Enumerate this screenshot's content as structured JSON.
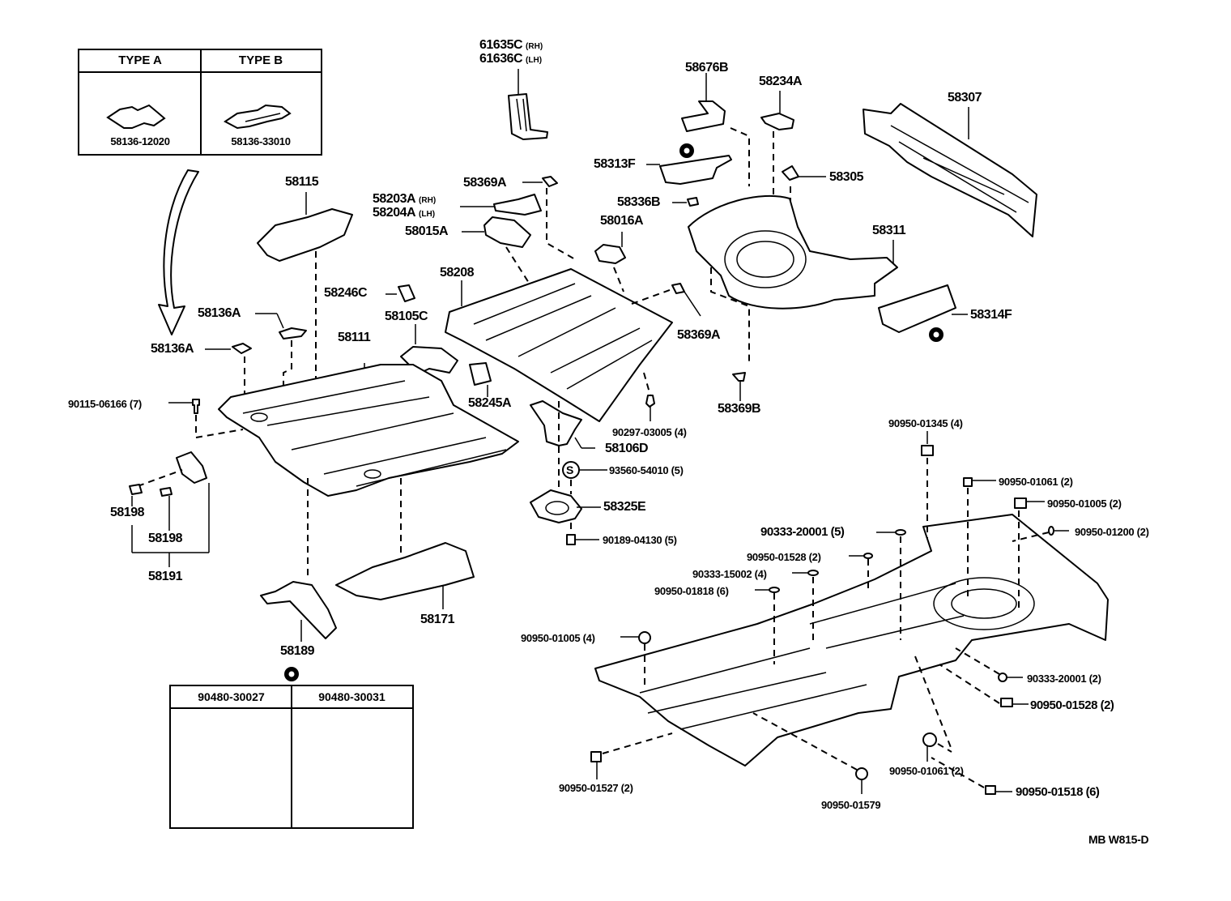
{
  "diagram": {
    "title": "Floor Pan & Lower Back Panel",
    "drawing_code": "MB  W815-D",
    "type_table": {
      "columns": [
        {
          "header": "TYPE  A",
          "part_number": "58136-12020"
        },
        {
          "header": "TYPE  B",
          "part_number": "58136-33010"
        }
      ]
    },
    "plug_table": {
      "columns": [
        {
          "header": "90480-30027"
        },
        {
          "header": "90480-30031"
        }
      ]
    },
    "labels": {
      "p61635c": {
        "text": "61635C",
        "suffix": "(RH)"
      },
      "p61636c": {
        "text": "61636C",
        "suffix": "(LH)"
      },
      "p58676b": {
        "text": "58676B"
      },
      "p58234a": {
        "text": "58234A"
      },
      "p58307": {
        "text": "58307"
      },
      "p58313f": {
        "text": "58313F"
      },
      "p58305": {
        "text": "58305"
      },
      "p58336b": {
        "text": "58336B"
      },
      "p58016a": {
        "text": "58016A"
      },
      "p58311": {
        "text": "58311"
      },
      "p58314f": {
        "text": "58314F"
      },
      "p58369a_top": {
        "text": "58369A"
      },
      "p58203a": {
        "text": "58203A",
        "suffix": "(RH)"
      },
      "p58204a": {
        "text": "58204A",
        "suffix": "(LH)"
      },
      "p58015a": {
        "text": "58015A"
      },
      "p58115": {
        "text": "58115"
      },
      "p58246c": {
        "text": "58246C"
      },
      "p58208": {
        "text": "58208"
      },
      "p58136a_1": {
        "text": "58136A"
      },
      "p58136a_2": {
        "text": "58136A"
      },
      "p58105c": {
        "text": "58105C"
      },
      "p58111": {
        "text": "58111"
      },
      "p58369a_right": {
        "text": "58369A"
      },
      "p58245a": {
        "text": "58245A"
      },
      "p58369b": {
        "text": "58369B"
      },
      "p90115": {
        "text": "90115-06166 (7)"
      },
      "p90297": {
        "text": "90297-03005 (4)"
      },
      "p58106d": {
        "text": "58106D"
      },
      "p93560": {
        "text": "93560-54010 (5)"
      },
      "p58325e": {
        "text": "58325E"
      },
      "p90189": {
        "text": "90189-04130 (5)"
      },
      "p58198_1": {
        "text": "58198"
      },
      "p58198_2": {
        "text": "58198"
      },
      "p58191": {
        "text": "58191"
      },
      "p58189": {
        "text": "58189"
      },
      "p58171": {
        "text": "58171"
      },
      "p90950_01345": {
        "text": "90950-01345 (4)"
      },
      "p90950_01061_top": {
        "text": "90950-01061 (2)"
      },
      "p90950_01005_2": {
        "text": "90950-01005 (2)"
      },
      "p90950_01200": {
        "text": "90950-01200 (2)"
      },
      "p90333_20001_5": {
        "text": "90333-20001 (5)"
      },
      "p90950_01528_top": {
        "text": "90950-01528 (2)"
      },
      "p90333_15002": {
        "text": "90333-15002 (4)"
      },
      "p90950_01818": {
        "text": "90950-01818 (6)"
      },
      "p90950_01005_4": {
        "text": "90950-01005 (4)"
      },
      "p90333_20001_2": {
        "text": "90333-20001 (2)"
      },
      "p90950_01528_bot": {
        "text": "90950-01528 (2)"
      },
      "p90950_01061_bot": {
        "text": "90950-01061 (2)"
      },
      "p90950_01527": {
        "text": "90950-01527 (2)"
      },
      "p90950_01579": {
        "text": "90950-01579"
      },
      "p90950_01518": {
        "text": "90950-01518 (6)"
      }
    },
    "symbols": {
      "sealer_mark": "S"
    }
  }
}
